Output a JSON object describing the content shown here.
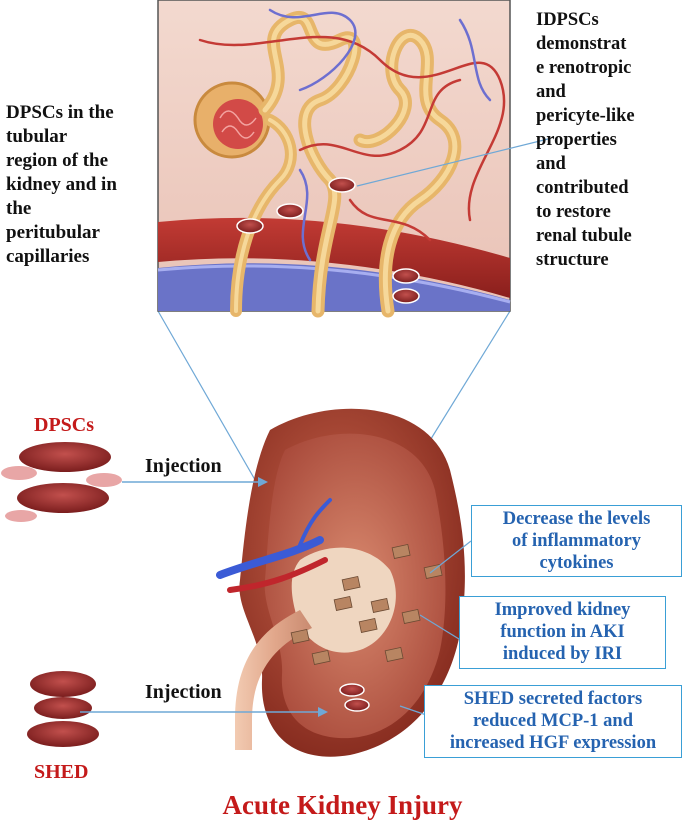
{
  "left_note": [
    "DPSCs in the",
    "tubular",
    "region of the",
    "kidney and in",
    "the",
    "peritubular",
    "capillaries"
  ],
  "right_note": [
    "IDPSCs",
    "demonstrat",
    "e renotropic",
    "and",
    "pericyte-like",
    "properties",
    "and",
    "contributed",
    "to restore",
    "renal tubule",
    "structure"
  ],
  "dpscs_label": "DPSCs",
  "shed_label": "SHED",
  "injection_top": "Injection",
  "injection_bottom": "Injection",
  "box1": [
    "Decrease the levels",
    "of inflammatory",
    "cytokines"
  ],
  "box2": [
    "Improved kidney",
    "function in AKI",
    "induced by IRI"
  ],
  "box3": [
    "SHED secreted factors",
    "reduced MCP-1 and",
    "increased HGF expression"
  ],
  "title": "Acute Kidney Injury",
  "colors": {
    "label_red": "#c41a1a",
    "box_border": "#3a9fd6",
    "box_text": "#2563b0"
  }
}
